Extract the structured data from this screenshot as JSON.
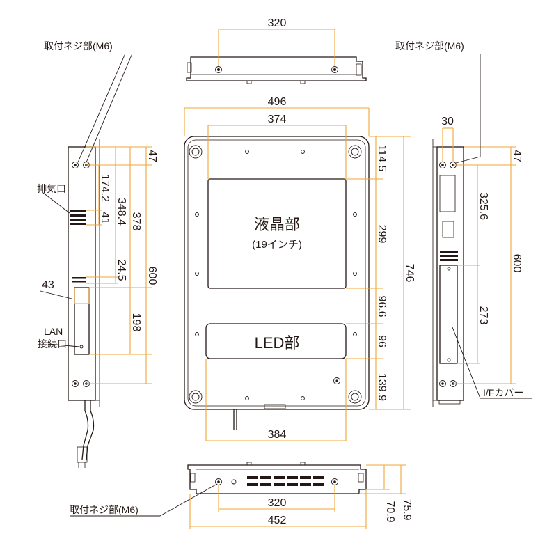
{
  "callouts": {
    "screw_top_left": "取付ネジ部(M6)",
    "screw_top_right": "取付ネジ部(M6)",
    "screw_bottom": "取付ネジ部(M6)",
    "exhaust": "排気口",
    "lan_line1": "LAN",
    "lan_line2": "接続口",
    "if_cover": "I/Fカバー"
  },
  "front": {
    "lcd_label": "液晶部",
    "lcd_sub": "(19インチ)",
    "led_label": "LED部"
  },
  "dimensions": {
    "top_view_width": "320",
    "front_outer_width": "496",
    "front_inner_width": "374",
    "front_bottom_width": "384",
    "right_114_5": "114.5",
    "right_299": "299",
    "right_96_6": "96.6",
    "right_96": "96",
    "right_139_9": "139.9",
    "right_746": "746",
    "left_47": "47",
    "left_174_2": "174.2",
    "left_41": "41",
    "left_348_4": "348.4",
    "left_378": "378",
    "left_24_5": "24.5",
    "left_600": "600",
    "left_198": "198",
    "left_43": "43",
    "rside_30": "30",
    "rside_47": "47",
    "rside_325_6": "325.6",
    "rside_600": "600",
    "rside_273": "273",
    "bottom_320": "320",
    "bottom_452": "452",
    "bottom_75_9": "75.9",
    "bottom_70_9": "70.9"
  },
  "colors": {
    "line": "#231815",
    "dimension": "#f0a63a"
  }
}
